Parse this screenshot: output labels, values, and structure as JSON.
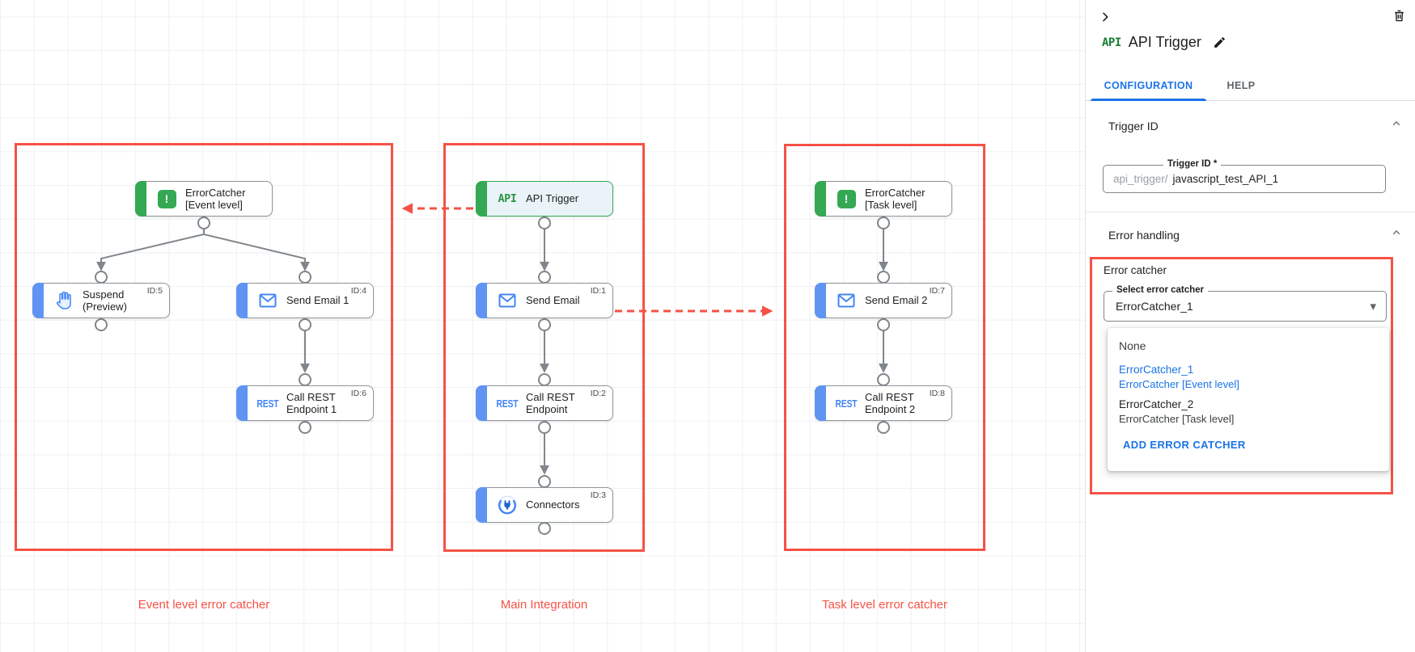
{
  "colors": {
    "accent_red": "#f55246",
    "green": "#34a853",
    "blue": "#4285f4",
    "link_blue": "#1a73e8",
    "dot_red": "#c5221f"
  },
  "canvas": {
    "groups": [
      {
        "label": "Event level error catcher"
      },
      {
        "label": "Main Integration"
      },
      {
        "label": "Task level error catcher"
      }
    ],
    "icon_texts": {
      "api": "API",
      "rest": "REST",
      "error": "!"
    },
    "nodes": [
      {
        "id": "",
        "label": "ErrorCatcher\n[Event level]"
      },
      {
        "id": "ID:5",
        "label": "Suspend\n(Preview)"
      },
      {
        "id": "ID:4",
        "label": "Send Email 1"
      },
      {
        "id": "ID:6",
        "label": "Call REST\nEndpoint 1"
      },
      {
        "id": "",
        "label": "API Trigger"
      },
      {
        "id": "ID:1",
        "label": "Send Email"
      },
      {
        "id": "ID:2",
        "label": "Call REST\nEndpoint"
      },
      {
        "id": "ID:3",
        "label": "Connectors"
      },
      {
        "id": "",
        "label": "ErrorCatcher\n[Task level]"
      },
      {
        "id": "ID:7",
        "label": "Send Email 2"
      },
      {
        "id": "ID:8",
        "label": "Call REST\nEndpoint 2"
      }
    ]
  },
  "panel": {
    "title": "API Trigger",
    "title_icon_text": "API",
    "tabs": {
      "configuration": "CONFIGURATION",
      "help": "HELP"
    },
    "trigger_id_section": {
      "heading": "Trigger ID",
      "field_label": "Trigger ID *",
      "field_prefix": "api_trigger/",
      "field_value": "javascript_test_API_1"
    },
    "error_handling_section": {
      "heading": "Error handling",
      "subheading": "Error catcher",
      "select_label": "Select error catcher",
      "select_value": "ErrorCatcher_1",
      "menu": {
        "none_label": "None",
        "options": [
          {
            "name": "ErrorCatcher_1",
            "detail": "ErrorCatcher [Event level]"
          },
          {
            "name": "ErrorCatcher_2",
            "detail": "ErrorCatcher [Task level]"
          }
        ],
        "add_button": "ADD ERROR CATCHER"
      }
    }
  }
}
